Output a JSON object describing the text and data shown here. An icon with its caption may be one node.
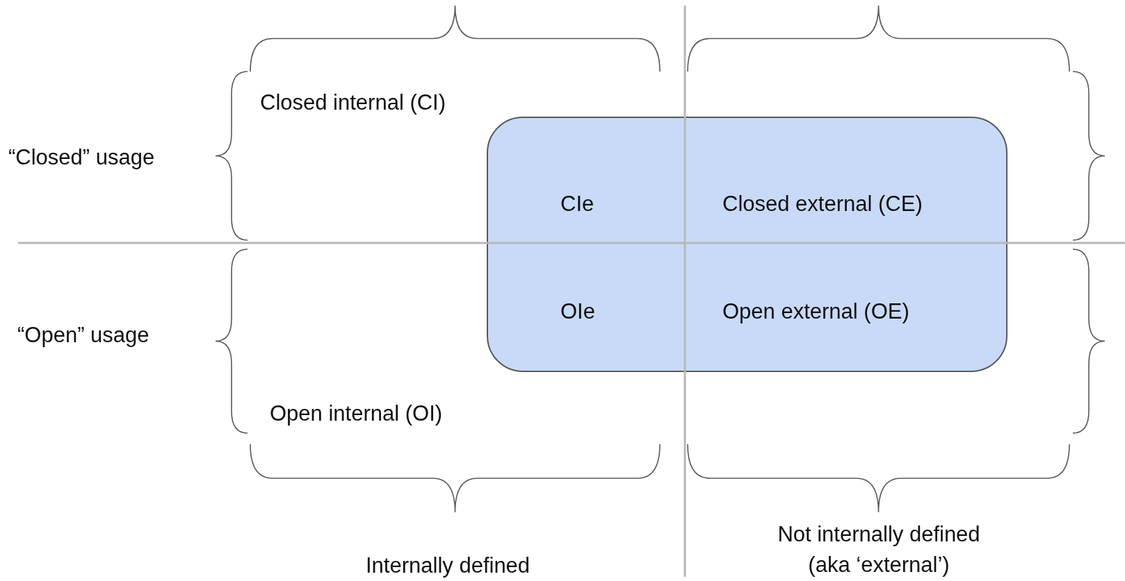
{
  "diagram": {
    "nodes": [
      {
        "text": [
          "CIe",
          "Closed external (CE)",
          "OIe",
          "Open external (OE)"
        ]
      }
    ],
    "edges": [],
    "labels": [
      "Closed internal (CI)",
      "“Closed” usage",
      "“Open” usage",
      "Open internal (OI)",
      "Not internally defined (aka ‘external’)",
      "Internally defined"
    ]
  }
}
